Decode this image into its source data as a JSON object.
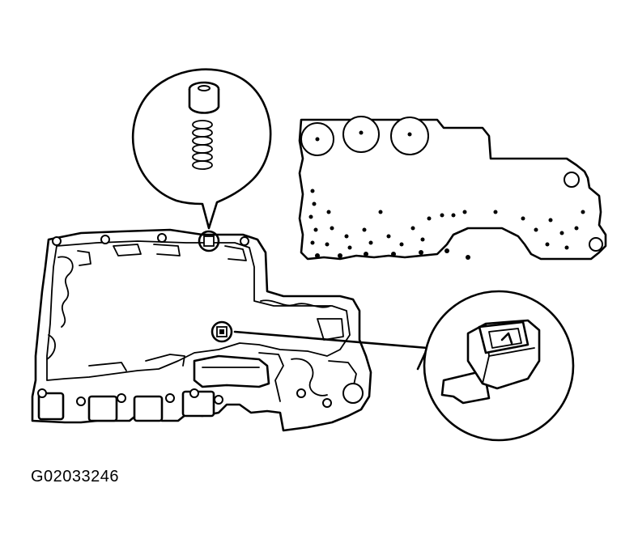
{
  "figure": {
    "id": "G02033246"
  },
  "components": {
    "lower_valve_body": "valve-body-lower",
    "separator_plate": "separator-plate",
    "check_ball_spring": "check-ball-and-spring-detail",
    "pressure_sensor": "sensor-detail"
  }
}
